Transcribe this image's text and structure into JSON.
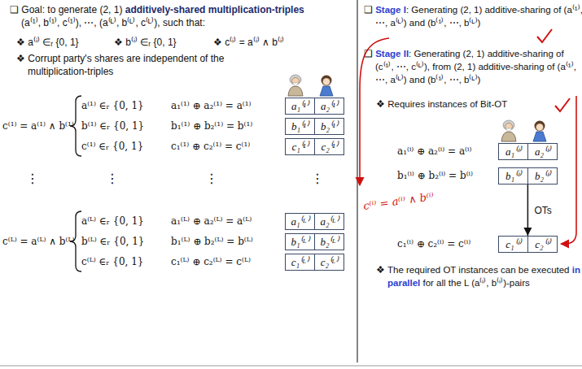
{
  "diagram": {
    "nodes": [
      {
        "text": [
          "a₁⁽¹⁾"
        ]
      },
      {
        "text": [
          "a₂⁽¹⁾"
        ]
      },
      {
        "text": [
          "b₁⁽¹⁾"
        ]
      },
      {
        "text": [
          "b₂⁽¹⁾"
        ]
      },
      {
        "text": [
          "c₁⁽¹⁾"
        ]
      },
      {
        "text": [
          "c₂⁽¹⁾"
        ]
      },
      {
        "text": [
          "a₁⁽ᴸ⁾"
        ]
      },
      {
        "text": [
          "a₂⁽ᴸ⁾"
        ]
      },
      {
        "text": [
          "b₁⁽ᴸ⁾"
        ]
      },
      {
        "text": [
          "b₂⁽ᴸ⁾"
        ]
      },
      {
        "text": [
          "c₁⁽ᴸ⁾"
        ]
      },
      {
        "text": [
          "c₂⁽ᴸ⁾"
        ]
      },
      {
        "text": [
          "a₁⁽ⁱ⁾"
        ]
      },
      {
        "text": [
          "a₂⁽ⁱ⁾"
        ]
      },
      {
        "text": [
          "b₁⁽ⁱ⁾"
        ]
      },
      {
        "text": [
          "b₂⁽ⁱ⁾"
        ]
      },
      {
        "text": [
          "c₁⁽ⁱ⁾"
        ]
      },
      {
        "text": [
          "c₂⁽ⁱ⁾"
        ]
      }
    ],
    "edges": [
      {
        "from": 14,
        "to": 16,
        "arrow": "to",
        "label": "OTs"
      }
    ],
    "labels": [
      "❑ Goal: to generate (2, 1) ",
      "additively-shared multiplication-triples",
      "(a⁽¹⁾, b⁽¹⁾, c⁽¹⁾), ⋯, (a⁽ᴸ⁾, b⁽ᴸ⁾, c⁽ᴸ⁾), such that:",
      "❖ a⁽ⁱ⁾ ∈ᵣ {0, 1}",
      "❖ b⁽ⁱ⁾ ∈ᵣ {0, 1}",
      "❖ c⁽ⁱ⁾ = a⁽ⁱ⁾ ∧ b⁽ⁱ⁾",
      "❖ Corrupt party's shares are independent of the multiplication-triples",
      "c⁽¹⁾ = a⁽¹⁾ ∧ b⁽¹⁾",
      "a⁽¹⁾ ∈ᵣ {0, 1}",
      "a₁⁽¹⁾ ⊕ a₂⁽¹⁾ = a⁽¹⁾",
      "b⁽¹⁾ ∈ᵣ {0, 1}",
      "b₁⁽¹⁾ ⊕ b₂⁽¹⁾ = b⁽¹⁾",
      "c⁽¹⁾ ∈ᵣ {0, 1}",
      "c₁⁽¹⁾ ⊕ c₂⁽¹⁾ = c⁽¹⁾",
      "⋮",
      "⋮",
      "⋮",
      "⋮",
      "c⁽ᴸ⁾ = a⁽ᴸ⁾ ∧ b⁽ᴸ⁾",
      "a⁽ᴸ⁾ ∈ᵣ {0, 1}",
      "a₁⁽ᴸ⁾ ⊕ a₂⁽ᴸ⁾ = a⁽ᴸ⁾",
      "b⁽ᴸ⁾ ∈ᵣ {0, 1}",
      "b₁⁽ᴸ⁾ ⊕ b₂⁽ᴸ⁾ = b⁽ᴸ⁾",
      "c⁽ᴸ⁾ ∈ᵣ {0, 1}",
      "c₁⁽ᴸ⁾ ⊕ c₂⁽ᴸ⁾ = c⁽ᴸ⁾",
      "❑ ",
      "Stage I",
      ": Generating (2, 1) additive-sharing of (a⁽¹⁾, ⋯, a⁽ᴸ⁾) and (b⁽¹⁾, ⋯, b⁽ᴸ⁾)",
      "❑ ",
      "Stage II",
      ": Generating (2, 1) additive-sharing of (c⁽¹⁾, ⋯, c⁽ᴸ⁾), from (2, 1) additive-sharing of (a⁽¹⁾, ⋯, a⁽ᴸ⁾) and (b⁽¹⁾, ⋯, b⁽ᴸ⁾)",
      "❖ Requires instances of Bit-OT",
      "a₁⁽ⁱ⁾ ⊕ a₂⁽ⁱ⁾ = a⁽ⁱ⁾",
      "b₁⁽ⁱ⁾ ⊕ b₂⁽ⁱ⁾ = b⁽ⁱ⁾",
      "c₁⁽ⁱ⁾ ⊕ c₂⁽ⁱ⁾ = c⁽ⁱ⁾",
      "❖ The required OT instances can be executed ",
      "in parallel",
      " for all the L (a⁽ⁱ⁾, b⁽ⁱ⁾)-pairs",
      "c⁽ⁱ⁾ = a⁽ⁱ⁾ ∧ b⁽ⁱ⁾"
    ]
  }
}
